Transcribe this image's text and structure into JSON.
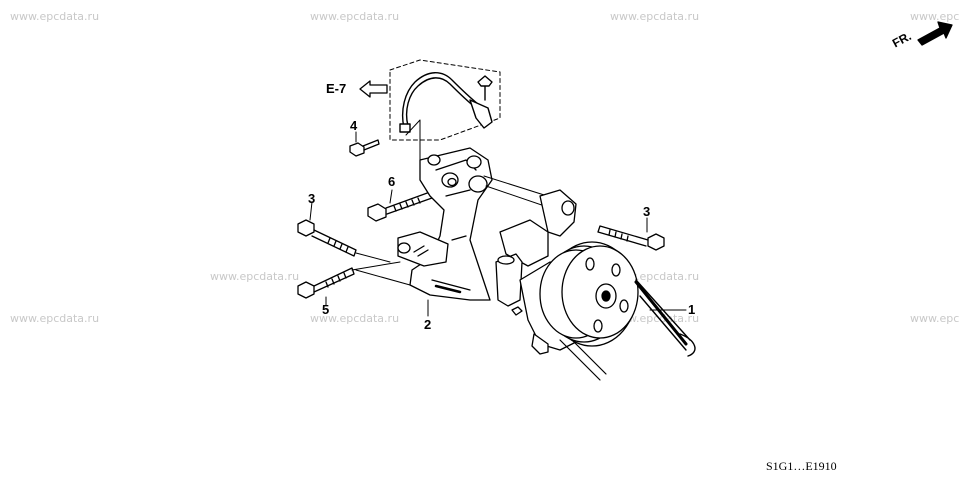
{
  "watermarks": {
    "text": "www.epcdata.ru",
    "partial": "www.epc"
  },
  "callouts": {
    "c1": "1",
    "c2": "2",
    "c3a": "3",
    "c3b": "3",
    "c4": "4",
    "c5": "5",
    "c6": "6"
  },
  "ref_link": "E-7",
  "direction": "FR.",
  "diagram_code": "S1G1…E1910"
}
